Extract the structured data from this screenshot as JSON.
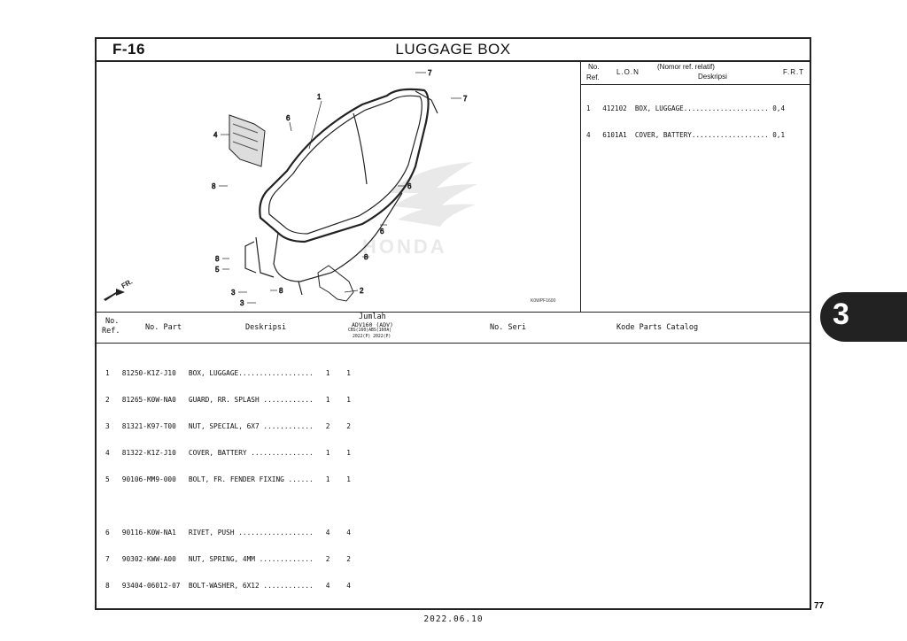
{
  "header": {
    "figure_code": "F-16",
    "title": "LUGGAGE BOX"
  },
  "diagram": {
    "drawing_code": "K0WPF1600",
    "watermark": "HONDA",
    "front_marker": "FR.",
    "callouts": [
      "1",
      "2",
      "3",
      "3",
      "4",
      "5",
      "6",
      "6",
      "6",
      "7",
      "7",
      "8",
      "8",
      "8",
      "8"
    ]
  },
  "lon_table": {
    "col_no": "No.",
    "col_ref": "Ref.",
    "col_lon": "L.O.N",
    "col_desc_note": "(Nomor ref. relatif)",
    "col_desc": "Deskripsi",
    "col_frt": "F.R.T",
    "rows": [
      "1   412102  BOX, LUGGAGE..................... 0,4",
      "4   6101A1  COVER, BATTERY................... 0,1"
    ]
  },
  "parts_table": {
    "col_no": "No.",
    "col_ref": "Ref.",
    "col_part": "No. Part",
    "col_desc": "Deskripsi",
    "col_qty": "Jumlah",
    "col_model": "ADV160 (ADV)",
    "col_variants": "CBS(160)ABS(160A)",
    "col_years": "2022(P)  2022(P)",
    "col_serial": "No. Seri",
    "col_catalog": "Kode Parts Catalog",
    "rows": [
      "1   81250-K1Z-J10   BOX, LUGGAGE..................   1    1",
      "2   81265-K0W-NA0   GUARD, RR. SPLASH ............   1    1",
      "3   81321-K97-T00   NUT, SPECIAL, 6X7 ............   2    2",
      "4   81322-K1Z-J10   COVER, BATTERY ...............   1    1",
      "5   90106-MM9-000   BOLT, FR. FENDER FIXING ......   1    1",
      "",
      "6   90116-K0W-NA1   RIVET, PUSH ..................   4    4",
      "7   90302-KWW-A00   NUT, SPRING, 4MM .............   2    2",
      "8   93404-06012-07  BOLT-WASHER, 6X12 ............   4    4"
    ]
  },
  "section_tab": "3",
  "page_number": "77",
  "footer_date": "2022.06.10"
}
